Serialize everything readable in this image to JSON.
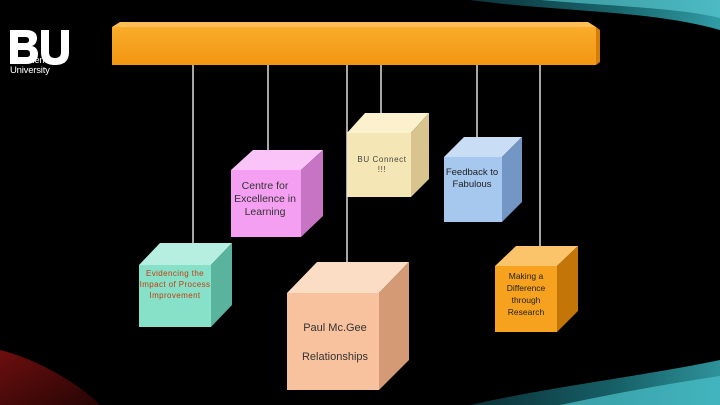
{
  "org": {
    "logo_mark": "BU",
    "logo_line1": "Bournemouth",
    "logo_line2": "University"
  },
  "header_bar": {
    "label": ""
  },
  "boxes": {
    "bu_connect": {
      "label": "BU Connect !!!"
    },
    "centre_excellence": {
      "label": "Centre for Excellence in Learning"
    },
    "feedback": {
      "label": "Feedback to Fabulous"
    },
    "evidencing": {
      "label": "Evidencing the Impact of Process Improvement"
    },
    "making_difference": {
      "label": "Making a Difference through Research"
    },
    "paul": {
      "name": "Paul Mc.Gee",
      "subtitle": "Relationships"
    }
  },
  "colors": {
    "background": "#000000",
    "bar": "#f7a11c",
    "bu_connect": "#f5e6b5",
    "centre_excellence": "#f59ff2",
    "feedback": "#a6c7ee",
    "evidencing": "#87e0c8",
    "making_difference": "#f7a21f",
    "paul": "#f8c29e"
  }
}
